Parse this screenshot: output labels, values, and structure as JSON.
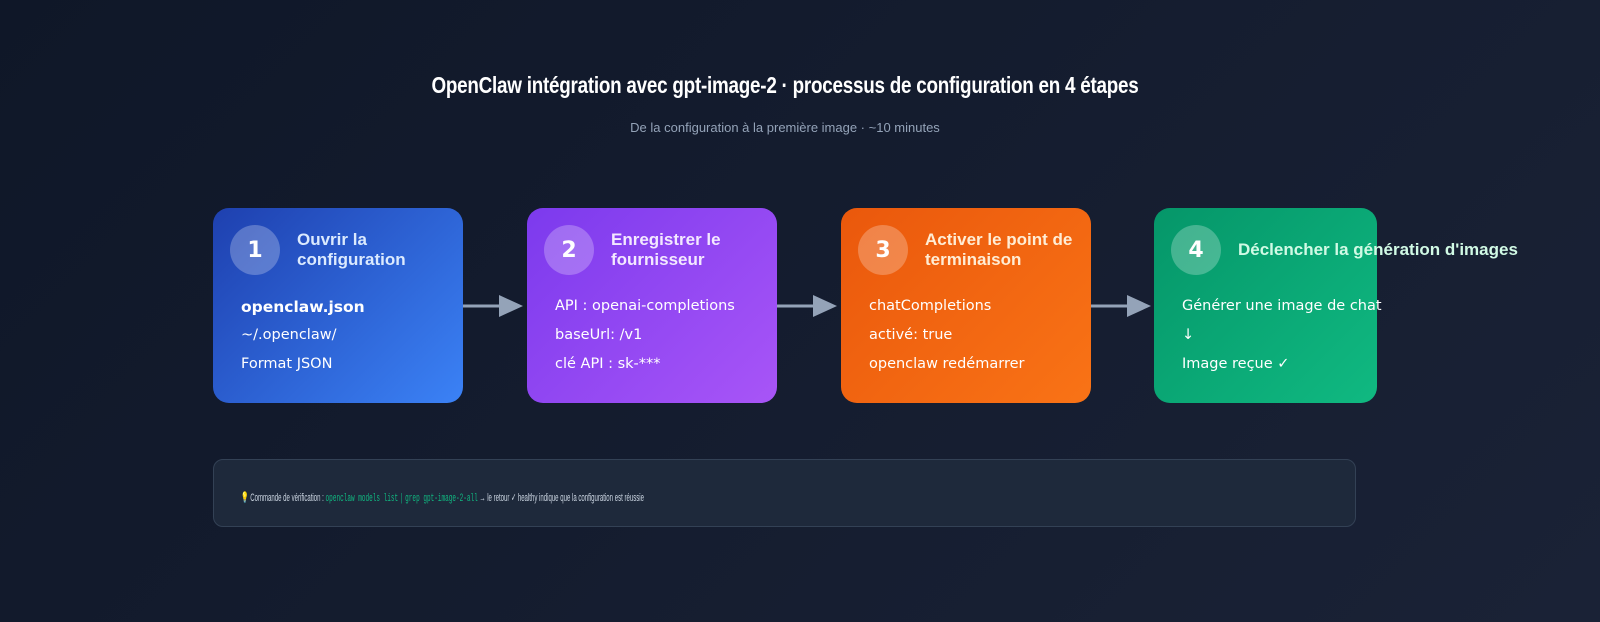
{
  "header": {
    "title": "OpenClaw intégration avec gpt-image-2 · processus de configuration en 4 étapes",
    "subtitle": "De la configuration à la première image · ~10 minutes"
  },
  "steps": [
    {
      "number": "1",
      "title": "Ouvrir la configuration",
      "lines": [
        "openclaw.json",
        "~/.openclaw/",
        "Format JSON"
      ],
      "color_start": "#1e40af",
      "color_end": "#3b82f6",
      "title_color": "#dbeafe"
    },
    {
      "number": "2",
      "title": "Enregistrer le fournisseur",
      "lines": [
        "API : openai-completions",
        "baseUrl: /v1",
        "clé API : sk-***"
      ],
      "color_start": "#7c3aed",
      "color_end": "#a855f7",
      "title_color": "#f3e8ff"
    },
    {
      "number": "3",
      "title": "Activer le point de terminaison",
      "lines": [
        "chatCompletions",
        "activé: true",
        "openclaw redémarrer"
      ],
      "color_start": "#ea580c",
      "color_end": "#f97316",
      "title_color": "#ffedd5"
    },
    {
      "number": "4",
      "title": "Déclencher la génération d'images",
      "lines": [
        "Générer une image de chat",
        "↓",
        "Image reçue ✓"
      ],
      "color_start": "#059669",
      "color_end": "#10b981",
      "title_color": "#d1fae5"
    }
  ],
  "note": {
    "icon": "lightbulb-icon",
    "label": "Commande de vérification :",
    "command_1": "openclaw models list",
    "separator": "|",
    "command_2": "grep gpt-image-2-all",
    "result": "→ le retour ✓ healthy indique que la configuration est réussie"
  }
}
